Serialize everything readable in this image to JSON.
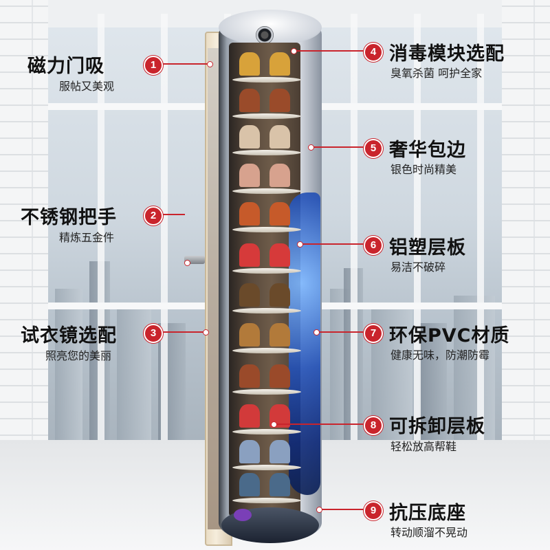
{
  "colors": {
    "accent": "#c9242c",
    "title": "#111111",
    "subtitle": "#222222"
  },
  "features": [
    {
      "number": "1",
      "title": "磁力门吸",
      "subtitle": "服帖又美观",
      "side": "left"
    },
    {
      "number": "2",
      "title": "不锈钢把手",
      "subtitle": "精炼五金件",
      "side": "left"
    },
    {
      "number": "3",
      "title": "试衣镜选配",
      "subtitle": "照亮您的美丽",
      "side": "left"
    },
    {
      "number": "4",
      "title": "消毒模块选配",
      "subtitle": "臭氧杀菌 呵护全家",
      "side": "right"
    },
    {
      "number": "5",
      "title": "奢华包边",
      "subtitle": "银色时尚精美",
      "side": "right"
    },
    {
      "number": "6",
      "title": "铝塑层板",
      "subtitle": "易洁不破碎",
      "side": "right"
    },
    {
      "number": "7",
      "title": "环保PVC材质",
      "subtitle": "健康无味，防潮防霉",
      "side": "right"
    },
    {
      "number": "8",
      "title": "可拆卸层板",
      "subtitle": "轻松放高帮鞋",
      "side": "right"
    },
    {
      "number": "9",
      "title": "抗压底座",
      "subtitle": "转动顺溜不晃动",
      "side": "right"
    }
  ]
}
